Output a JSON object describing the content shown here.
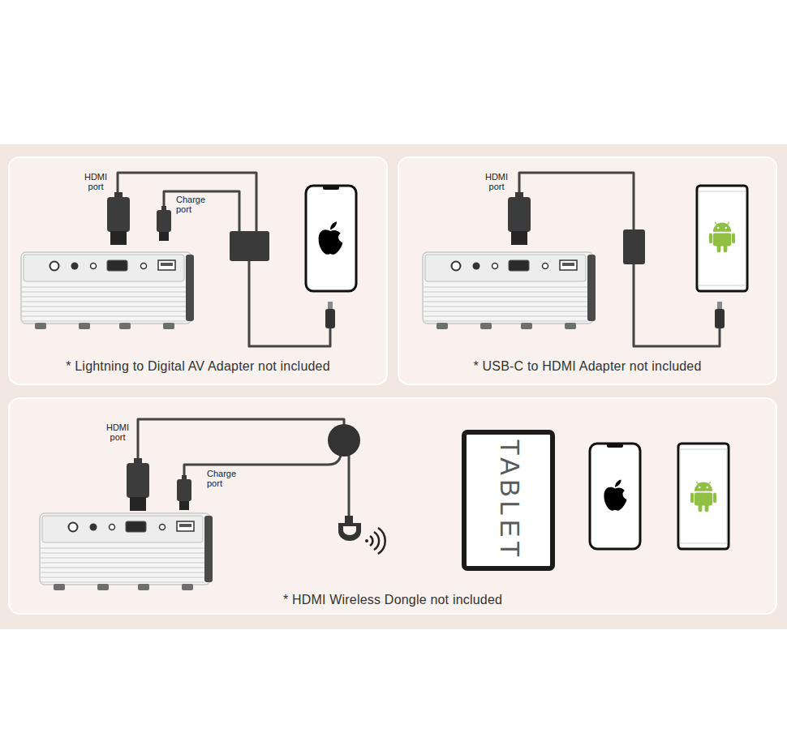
{
  "diagram": {
    "nodes": [
      {
        "text": [
          "* Lightning to Digital AV Adapter not included"
        ]
      },
      {
        "text": [
          "* USB-C to HDMI Adapter not included"
        ]
      },
      {
        "text": [
          "* HDMI Wireless Dongle not included"
        ]
      },
      {
        "text": [
          "TABLET"
        ],
        "in": 2
      }
    ],
    "labels": [
      "HDMI port",
      "Charge port",
      "HDMI port",
      "HDMI port",
      "Charge port"
    ]
  }
}
